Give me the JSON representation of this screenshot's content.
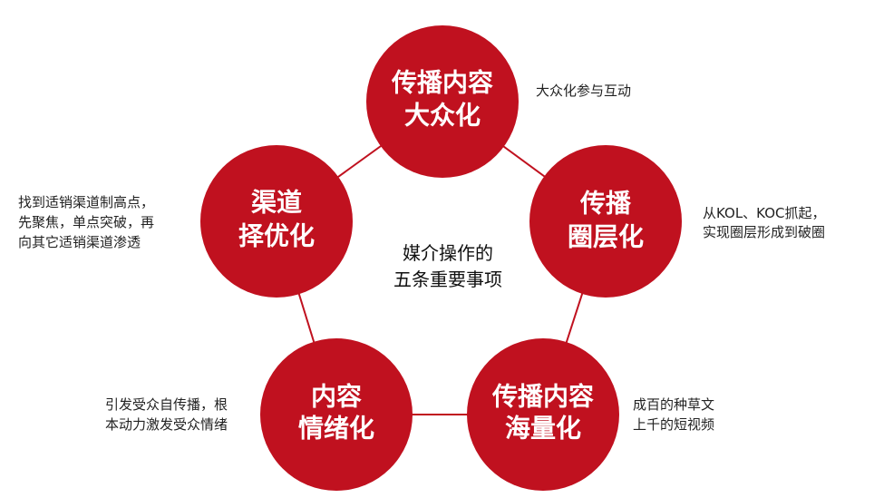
{
  "center": {
    "lines": [
      "媒介操作的",
      "五条重要事项"
    ]
  },
  "nodes": [
    {
      "id": "top",
      "lines": [
        "传播内容",
        "大众化"
      ]
    },
    {
      "id": "right",
      "lines": [
        "传播",
        "圈层化"
      ]
    },
    {
      "id": "bottom-right",
      "lines": [
        "传播内容",
        "海量化"
      ]
    },
    {
      "id": "bottom-left",
      "lines": [
        "内容",
        "情绪化"
      ]
    },
    {
      "id": "left",
      "lines": [
        "渠道",
        "择优化"
      ]
    }
  ],
  "notes": {
    "top": [
      "大众化参与互动"
    ],
    "right": [
      "从KOL、KOC抓起，",
      "实现圈层形成到破圈"
    ],
    "bottom-right": [
      "成百的种草文",
      "上千的短视频"
    ],
    "bottom-left": [
      "引发受众自传播，根",
      "本动力激发受众情绪"
    ],
    "left": [
      "找到适销渠道制高点，",
      "先聚焦，单点突破，再",
      "向其它适销渠道渗透"
    ]
  },
  "colors": {
    "circle": "#c0111f",
    "circle_text": "#ffffff",
    "edge": "#c0111f",
    "text": "#222222"
  }
}
